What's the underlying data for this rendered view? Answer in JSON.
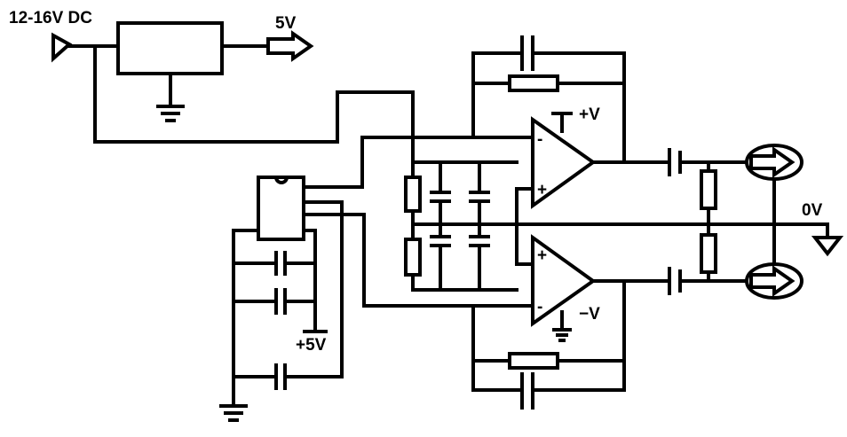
{
  "labels": {
    "supply_in": "12-16V DC",
    "regulator_out": "5V",
    "opamp_pos_rail": "+V",
    "opamp_neg_rail": "−V",
    "ref_supply": "+5V",
    "ground_ref": "0V"
  },
  "opamp_pins": {
    "top_inverting": "-",
    "top_noninverting": "+",
    "bottom_noninverting": "+",
    "bottom_inverting": "-"
  }
}
